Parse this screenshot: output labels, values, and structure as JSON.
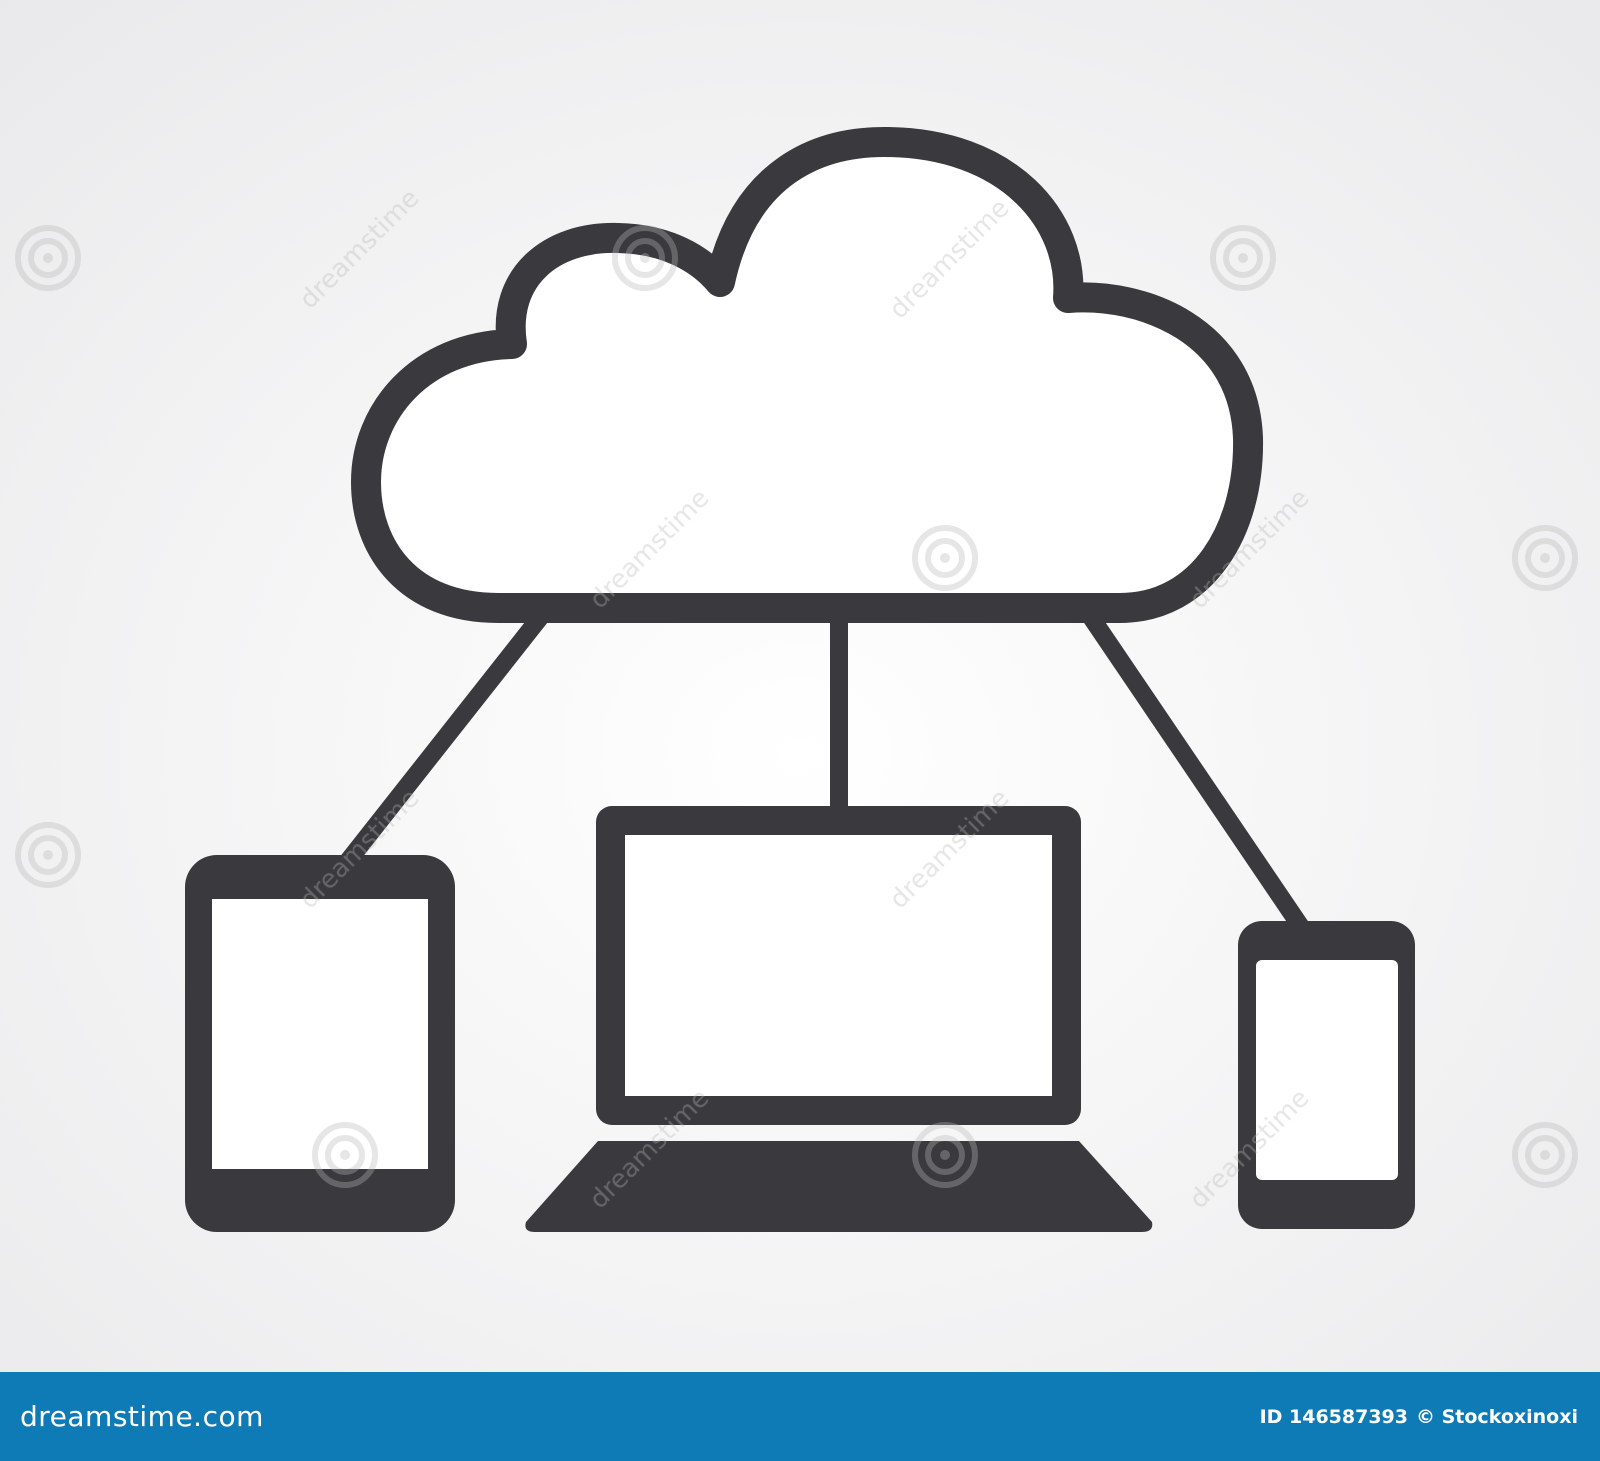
{
  "colors": {
    "background_top": "#e9e9eb",
    "background_center": "#ffffff",
    "icon_stroke": "#3a3a3e",
    "icon_fill": "#ffffff",
    "footer_background": "#0f7bb6",
    "footer_text": "#ffffff",
    "watermark": "#bcbcbc"
  },
  "illustration": {
    "cloud": "cloud-icon",
    "connectors": [
      "left-connector",
      "center-connector",
      "right-connector"
    ],
    "devices": [
      "tablet-icon",
      "laptop-icon",
      "smartphone-icon"
    ]
  },
  "watermark": {
    "text": "dreamstime"
  },
  "footer": {
    "brand": "dreamstime.com",
    "id_label": "ID 146587393",
    "copyright": "© Stockoxinoxi"
  }
}
